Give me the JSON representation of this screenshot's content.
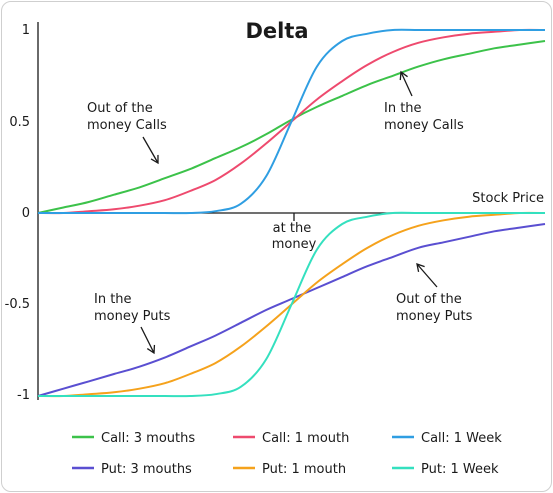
{
  "chart_data": {
    "type": "line",
    "title": "Delta",
    "xlabel": "Stock Price",
    "ylabel": "",
    "ylim": [
      -1,
      1
    ],
    "yticks": [
      {
        "value": 1,
        "label": "1"
      },
      {
        "value": 0.5,
        "label": "0.5"
      },
      {
        "value": 0,
        "label": "0"
      },
      {
        "value": -0.5,
        "label": "-0.5"
      },
      {
        "value": -1,
        "label": "-1"
      }
    ],
    "xmark": {
      "lines": [
        "at the",
        "money"
      ]
    },
    "x": [
      0,
      5,
      10,
      15,
      20,
      25,
      30,
      35,
      40,
      45,
      50,
      55,
      60,
      65,
      70,
      75,
      80,
      85,
      90,
      95,
      100
    ],
    "series": [
      {
        "name": "Call: 3 mouths",
        "color": "#3cc24a",
        "values": [
          0.0,
          0.03,
          0.06,
          0.1,
          0.14,
          0.19,
          0.24,
          0.3,
          0.36,
          0.43,
          0.51,
          0.58,
          0.64,
          0.7,
          0.75,
          0.8,
          0.84,
          0.87,
          0.9,
          0.92,
          0.94
        ]
      },
      {
        "name": "Call: 1 mouth",
        "color": "#ee4a6e",
        "values": [
          0.0,
          0.0,
          0.01,
          0.02,
          0.04,
          0.07,
          0.12,
          0.18,
          0.27,
          0.38,
          0.5,
          0.62,
          0.72,
          0.81,
          0.88,
          0.93,
          0.96,
          0.98,
          0.99,
          1.0,
          1.0
        ]
      },
      {
        "name": "Call: 1 Week",
        "color": "#2f9ee2",
        "values": [
          0.0,
          0.0,
          0.0,
          0.0,
          0.0,
          0.0,
          0.0,
          0.01,
          0.05,
          0.2,
          0.5,
          0.8,
          0.94,
          0.98,
          1.0,
          1.0,
          1.0,
          1.0,
          1.0,
          1.0,
          1.0
        ]
      },
      {
        "name": "Put: 3 mouths",
        "color": "#5a4fd1",
        "values": [
          -1.0,
          -0.96,
          -0.92,
          -0.88,
          -0.84,
          -0.79,
          -0.73,
          -0.67,
          -0.6,
          -0.53,
          -0.47,
          -0.41,
          -0.35,
          -0.29,
          -0.24,
          -0.19,
          -0.16,
          -0.13,
          -0.1,
          -0.08,
          -0.06
        ]
      },
      {
        "name": "Put: 1 mouth",
        "color": "#f5a21c",
        "values": [
          -1.0,
          -1.0,
          -0.99,
          -0.98,
          -0.96,
          -0.93,
          -0.88,
          -0.82,
          -0.73,
          -0.62,
          -0.5,
          -0.38,
          -0.28,
          -0.19,
          -0.12,
          -0.07,
          -0.04,
          -0.02,
          -0.01,
          0.0,
          0.0
        ]
      },
      {
        "name": "Put: 1 Week",
        "color": "#34e0bf",
        "values": [
          -1.0,
          -1.0,
          -1.0,
          -1.0,
          -1.0,
          -1.0,
          -1.0,
          -0.99,
          -0.95,
          -0.8,
          -0.5,
          -0.2,
          -0.06,
          -0.02,
          0.0,
          0.0,
          0.0,
          0.0,
          0.0,
          0.0,
          0.0
        ]
      }
    ],
    "annotations": [
      {
        "id": "otm-calls",
        "lines": [
          "Out of the",
          "money Calls"
        ]
      },
      {
        "id": "itm-calls",
        "lines": [
          "In the",
          "money Calls"
        ]
      },
      {
        "id": "itm-puts",
        "lines": [
          "In the",
          "money Puts"
        ]
      },
      {
        "id": "otm-puts",
        "lines": [
          "Out of the",
          "money Puts"
        ]
      }
    ],
    "legend_placement": "bottom",
    "grid": false
  }
}
